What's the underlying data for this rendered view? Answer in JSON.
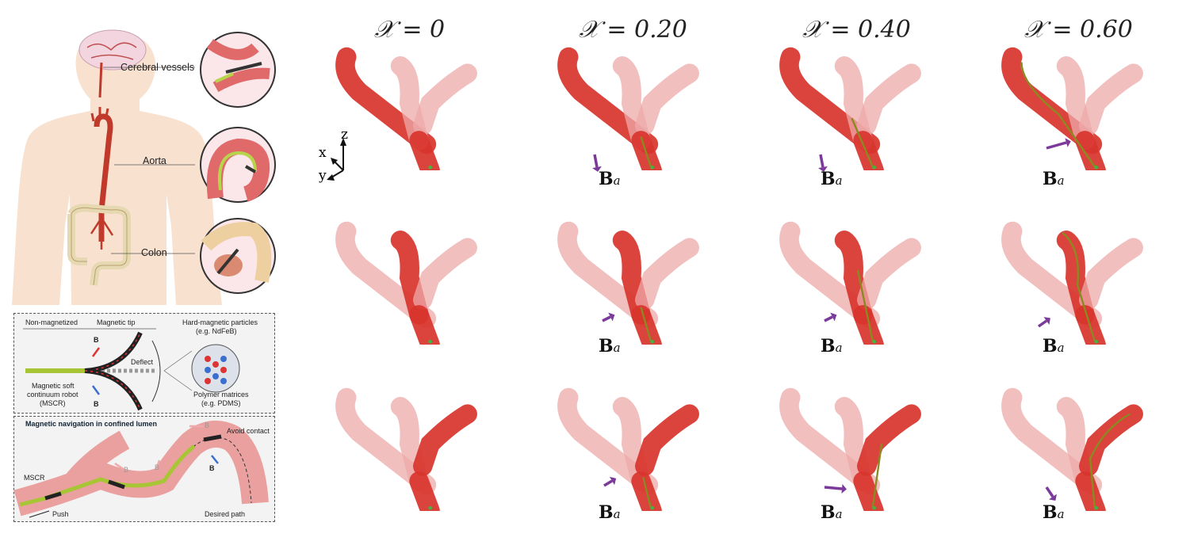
{
  "columns": [
    {
      "label": "𝒳 = 0",
      "show_field": false
    },
    {
      "label": "𝒳 = 0.20",
      "show_field": true
    },
    {
      "label": "𝒳 = 0.40",
      "show_field": true
    },
    {
      "label": "𝒳 = 0.60",
      "show_field": true
    }
  ],
  "field_label": {
    "main": "B",
    "sub": "a"
  },
  "axes_labels": {
    "x": "x",
    "y": "y",
    "z": "z"
  },
  "anatomy": {
    "cerebral": "Cerebral vessels",
    "aorta": "Aorta",
    "colon": "Colon"
  },
  "mscr_panel": {
    "non_magnetized": "Non-magnetized",
    "magnetic_tip": "Magnetic tip",
    "particles": "Hard-magnetic particles",
    "particles_eg": "(e.g. NdFeB)",
    "deflect": "Deflect",
    "robot1": "Magnetic soft",
    "robot2": "continuum robot",
    "robot3": "(MSCR)",
    "polymer": "Polymer matrices",
    "polymer_eg": "(e.g. PDMS)",
    "b": "B"
  },
  "nav_panel": {
    "title": "Magnetic navigation in confined lumen",
    "mscr": "MSCR",
    "push": "Push",
    "avoid": "Avoid contact",
    "desired": "Desired path",
    "b": "B"
  },
  "colors": {
    "vessel_active": "#d8342c",
    "vessel_faded": "#eeaaaa",
    "robot": "#8a8a20",
    "field_arrow": "#7b3a9a",
    "tip_green": "#3fb63f",
    "tip_blue": "#2f7fd8"
  }
}
